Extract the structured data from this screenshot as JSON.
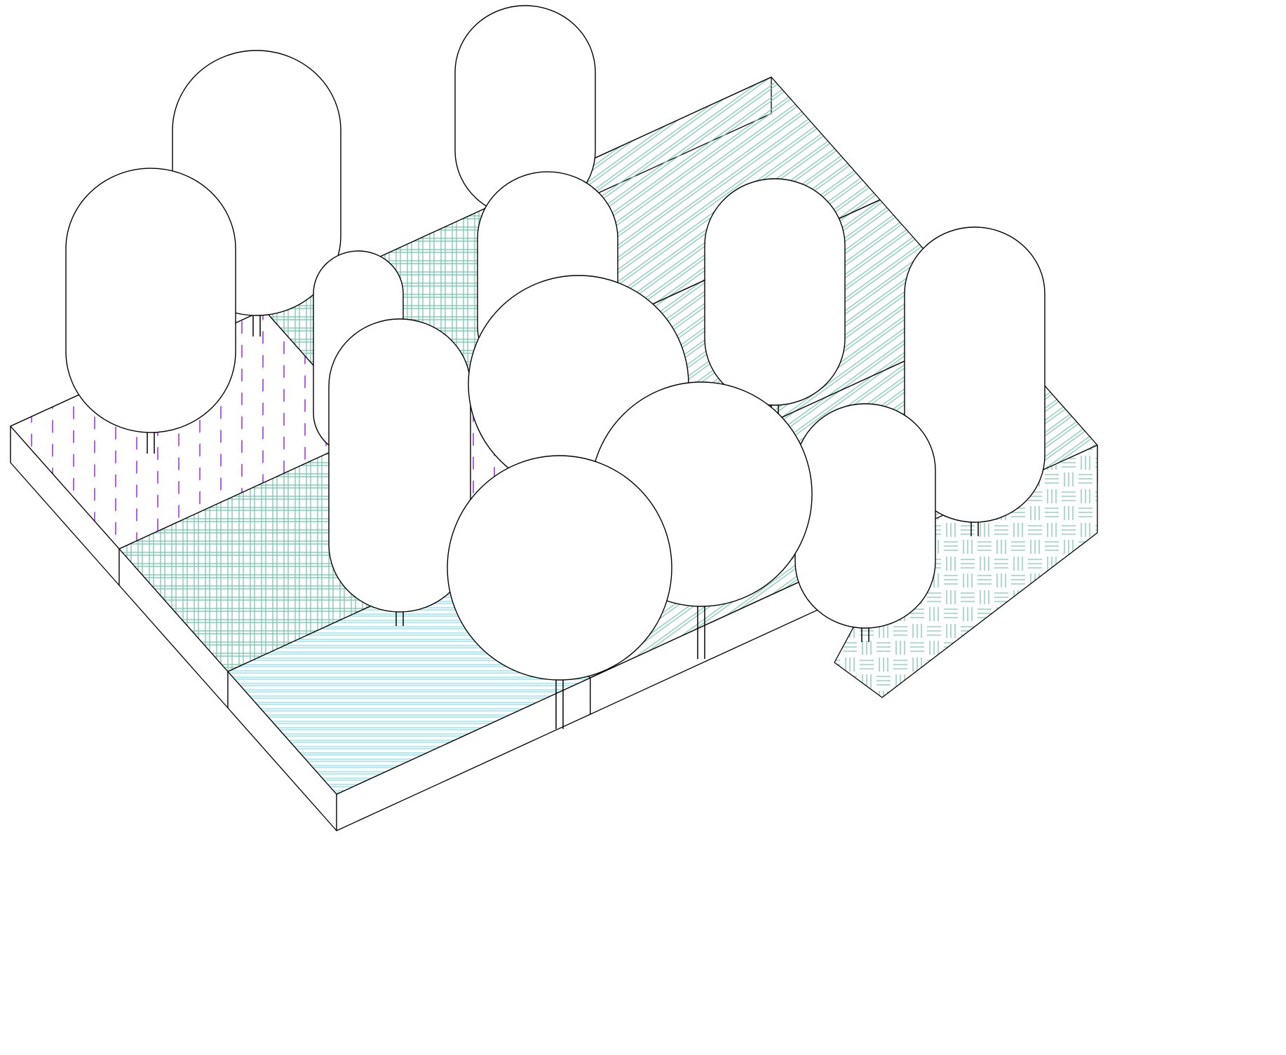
{
  "diagram": {
    "kind": "isometric site plan",
    "grid": {
      "columns": 3,
      "rows": 3
    },
    "colors": {
      "line": "#000000",
      "background": "#ffffff",
      "tile_side": "#ffffff",
      "green_hatch": "#7fc9b4",
      "cyan_hatch": "#7fe0ea",
      "purple_dash": "#9a2ee6"
    },
    "tiles": [
      {
        "id": "tile-0-0",
        "row": 0,
        "col": 0,
        "pattern": "diagonal-green"
      },
      {
        "id": "tile-0-1",
        "row": 0,
        "col": 1,
        "pattern": "diagonal-green"
      },
      {
        "id": "tile-0-2",
        "row": 0,
        "col": 2,
        "pattern": "diagonal-green"
      },
      {
        "id": "tile-1-0",
        "row": 1,
        "col": 0,
        "pattern": "grid-green"
      },
      {
        "id": "tile-1-1",
        "row": 1,
        "col": 1,
        "pattern": "purple-dash"
      },
      {
        "id": "tile-1-2",
        "row": 1,
        "col": 2,
        "pattern": "diagonal-green"
      },
      {
        "id": "tile-2-0",
        "row": 2,
        "col": 0,
        "pattern": "purple-dash"
      },
      {
        "id": "tile-2-1",
        "row": 2,
        "col": 1,
        "pattern": "grid-green"
      },
      {
        "id": "tile-2-2",
        "row": 2,
        "col": 2,
        "pattern": "cyan-horizontal"
      }
    ],
    "trees": [
      {
        "id": "tree-tall-1",
        "shape": "columnar"
      },
      {
        "id": "tree-tall-2",
        "shape": "columnar"
      },
      {
        "id": "tree-tall-3",
        "shape": "columnar"
      },
      {
        "id": "tree-tall-4",
        "shape": "columnar"
      },
      {
        "id": "tree-tall-5",
        "shape": "columnar"
      },
      {
        "id": "tree-tall-6",
        "shape": "columnar"
      },
      {
        "id": "tree-tall-7",
        "shape": "columnar"
      },
      {
        "id": "tree-tall-8",
        "shape": "columnar"
      },
      {
        "id": "tree-tall-9",
        "shape": "columnar"
      },
      {
        "id": "tree-round-1",
        "shape": "round"
      },
      {
        "id": "tree-round-2",
        "shape": "round"
      },
      {
        "id": "tree-round-3",
        "shape": "round"
      }
    ],
    "extra_patches": [
      {
        "id": "patch-basketweave",
        "pattern": "basketweave-green"
      }
    ]
  }
}
